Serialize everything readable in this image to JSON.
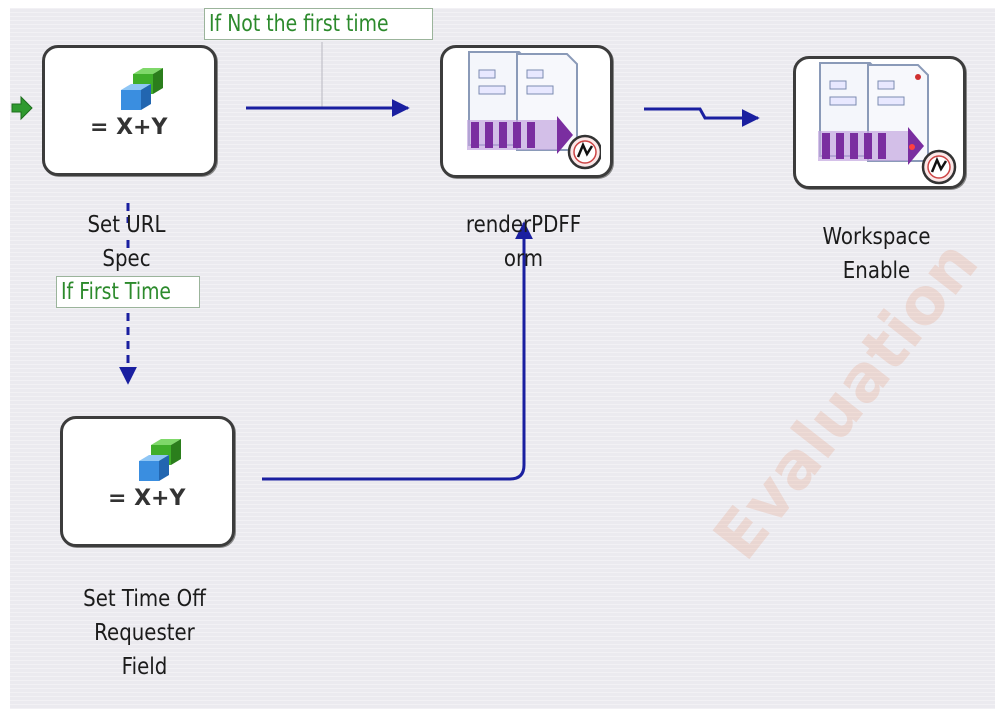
{
  "nodes": [
    {
      "id": "set-url",
      "type": "assign",
      "icon_text": "= X+Y",
      "label": "Set URL\nSpec"
    },
    {
      "id": "render-pdf",
      "type": "render-form",
      "label": "renderPDFF\norm"
    },
    {
      "id": "workspace-enable",
      "type": "render-form",
      "label": "Workspace\nEnable"
    },
    {
      "id": "set-time-off",
      "type": "assign",
      "icon_text": "= X+Y",
      "label": "Set Time Off\nRequester\nField"
    }
  ],
  "edges": [
    {
      "from": "set-url",
      "to": "render-pdf",
      "label": "If Not the first time"
    },
    {
      "from": "render-pdf",
      "to": "workspace-enable",
      "label": ""
    },
    {
      "from": "set-url",
      "to": "set-time-off",
      "label": "If First Time",
      "style": "dashed"
    },
    {
      "from": "set-time-off",
      "to": "render-pdf",
      "label": ""
    }
  ],
  "watermark": "Evaluation",
  "colors": {
    "canvas": "#ebeaef",
    "edge": "#1a1fa0",
    "edge_label_text": "#2c8a2c",
    "start_arrow": "#2f9a2f",
    "node_border": "#3c3c3c"
  }
}
